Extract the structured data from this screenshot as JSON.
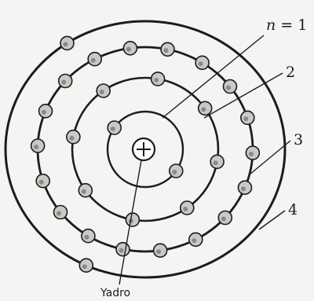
{
  "labels": {
    "n_prefix": "n",
    "n_equals": " = 1",
    "shell2": "2",
    "shell3": "3",
    "shell4": "4",
    "nucleus": "Yadro",
    "nucleus_symbol": "⊕"
  },
  "shells": [
    {
      "n": 1,
      "electrons": 2
    },
    {
      "n": 2,
      "electrons": 8
    },
    {
      "n": 3,
      "electrons": 18
    },
    {
      "n": 4,
      "electrons": 2
    }
  ],
  "colors": {
    "background": "#f4f4f2",
    "ink": "#1c1c1c",
    "electron_fill": "#c9c9c7"
  }
}
